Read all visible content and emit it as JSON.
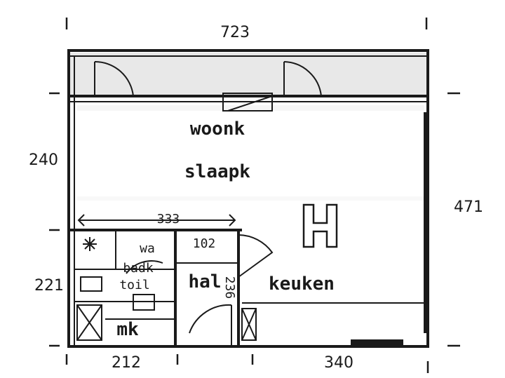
{
  "dimensions": {
    "top": "723",
    "left_upper": "240",
    "left_lower": "221",
    "right": "471",
    "bottom_left": "212",
    "bottom_right": "340",
    "inner_width": "333",
    "hall_width": "102",
    "hall_depth": "236"
  },
  "rooms": {
    "woonk": "woonk",
    "slaapk": "slaapk",
    "wa": "wa",
    "badk": "badk",
    "toil": "toil",
    "hal": "hal",
    "keuken": "keuken",
    "mk": "mk",
    "heater_symbol": "H"
  }
}
